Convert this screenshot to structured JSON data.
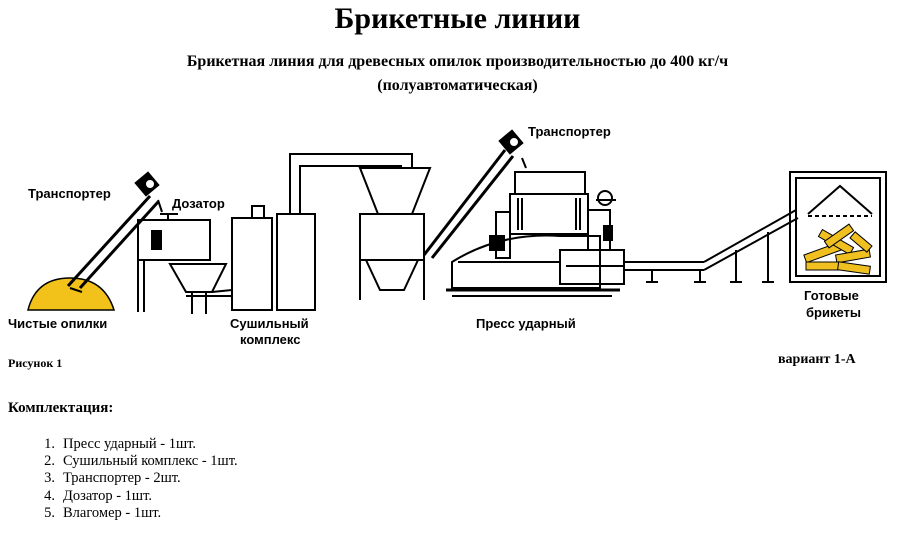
{
  "title": "Брикетные линии",
  "subtitle_line1": "Брикетная линия для древесных опилок производительностью до 400 кг/ч",
  "subtitle_line2": "(полуавтоматическая)",
  "labels": {
    "transporter_left": "Транспортер",
    "doser": "Дозатор",
    "clean_sawdust": "Чистые опилки",
    "dryer_line1": "Сушильный",
    "dryer_line2": "комплекс",
    "transporter_right": "Транспортер",
    "press": "Пресс ударный",
    "ready_line1": "Готовые",
    "ready_line2": "брикеты"
  },
  "figure_caption": "Рисунок 1",
  "variant": "вариант 1-А",
  "kit": {
    "title": "Комплектация:",
    "items": [
      {
        "num": "1.",
        "text": "Пресс ударный - 1шт."
      },
      {
        "num": "2.",
        "text": "Сушильный комплекс - 1шт."
      },
      {
        "num": "3.",
        "text": "Транспортер - 2шт."
      },
      {
        "num": "4.",
        "text": "Дозатор - 1шт."
      },
      {
        "num": "5.",
        "text": "Влагомер - 1шт."
      }
    ]
  },
  "colors": {
    "sawdust": "#f2c21a",
    "briquettes": "#f0c020",
    "line": "#000000"
  }
}
